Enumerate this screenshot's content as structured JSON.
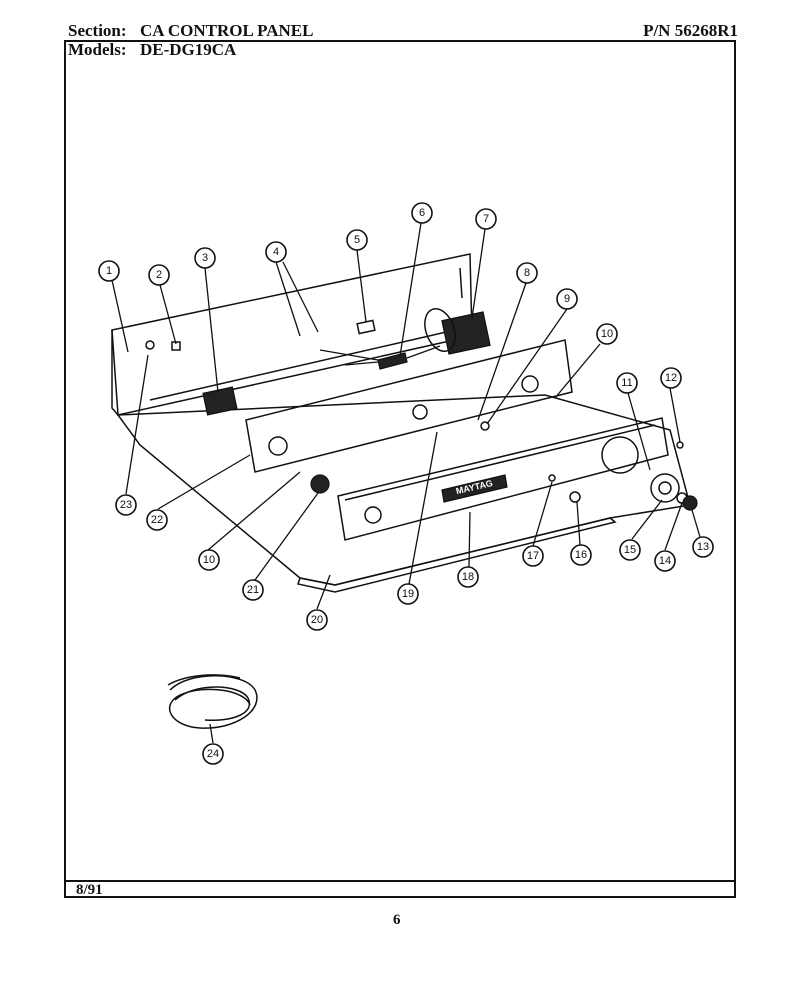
{
  "header": {
    "section_label": "Section:",
    "section_value": "CA CONTROL PANEL",
    "part_number": "P/N 56268R1",
    "models_label": "Models:",
    "models_value": "DE-DG19CA"
  },
  "diagram": {
    "logo_text": "MAYTAG",
    "callouts": [
      "1",
      "2",
      "3",
      "4",
      "5",
      "6",
      "7",
      "8",
      "9",
      "10",
      "10",
      "11",
      "12",
      "13",
      "14",
      "15",
      "16",
      "17",
      "18",
      "19",
      "20",
      "21",
      "22",
      "23",
      "24"
    ]
  },
  "footer": {
    "date": "8/91",
    "page_number": "6"
  }
}
